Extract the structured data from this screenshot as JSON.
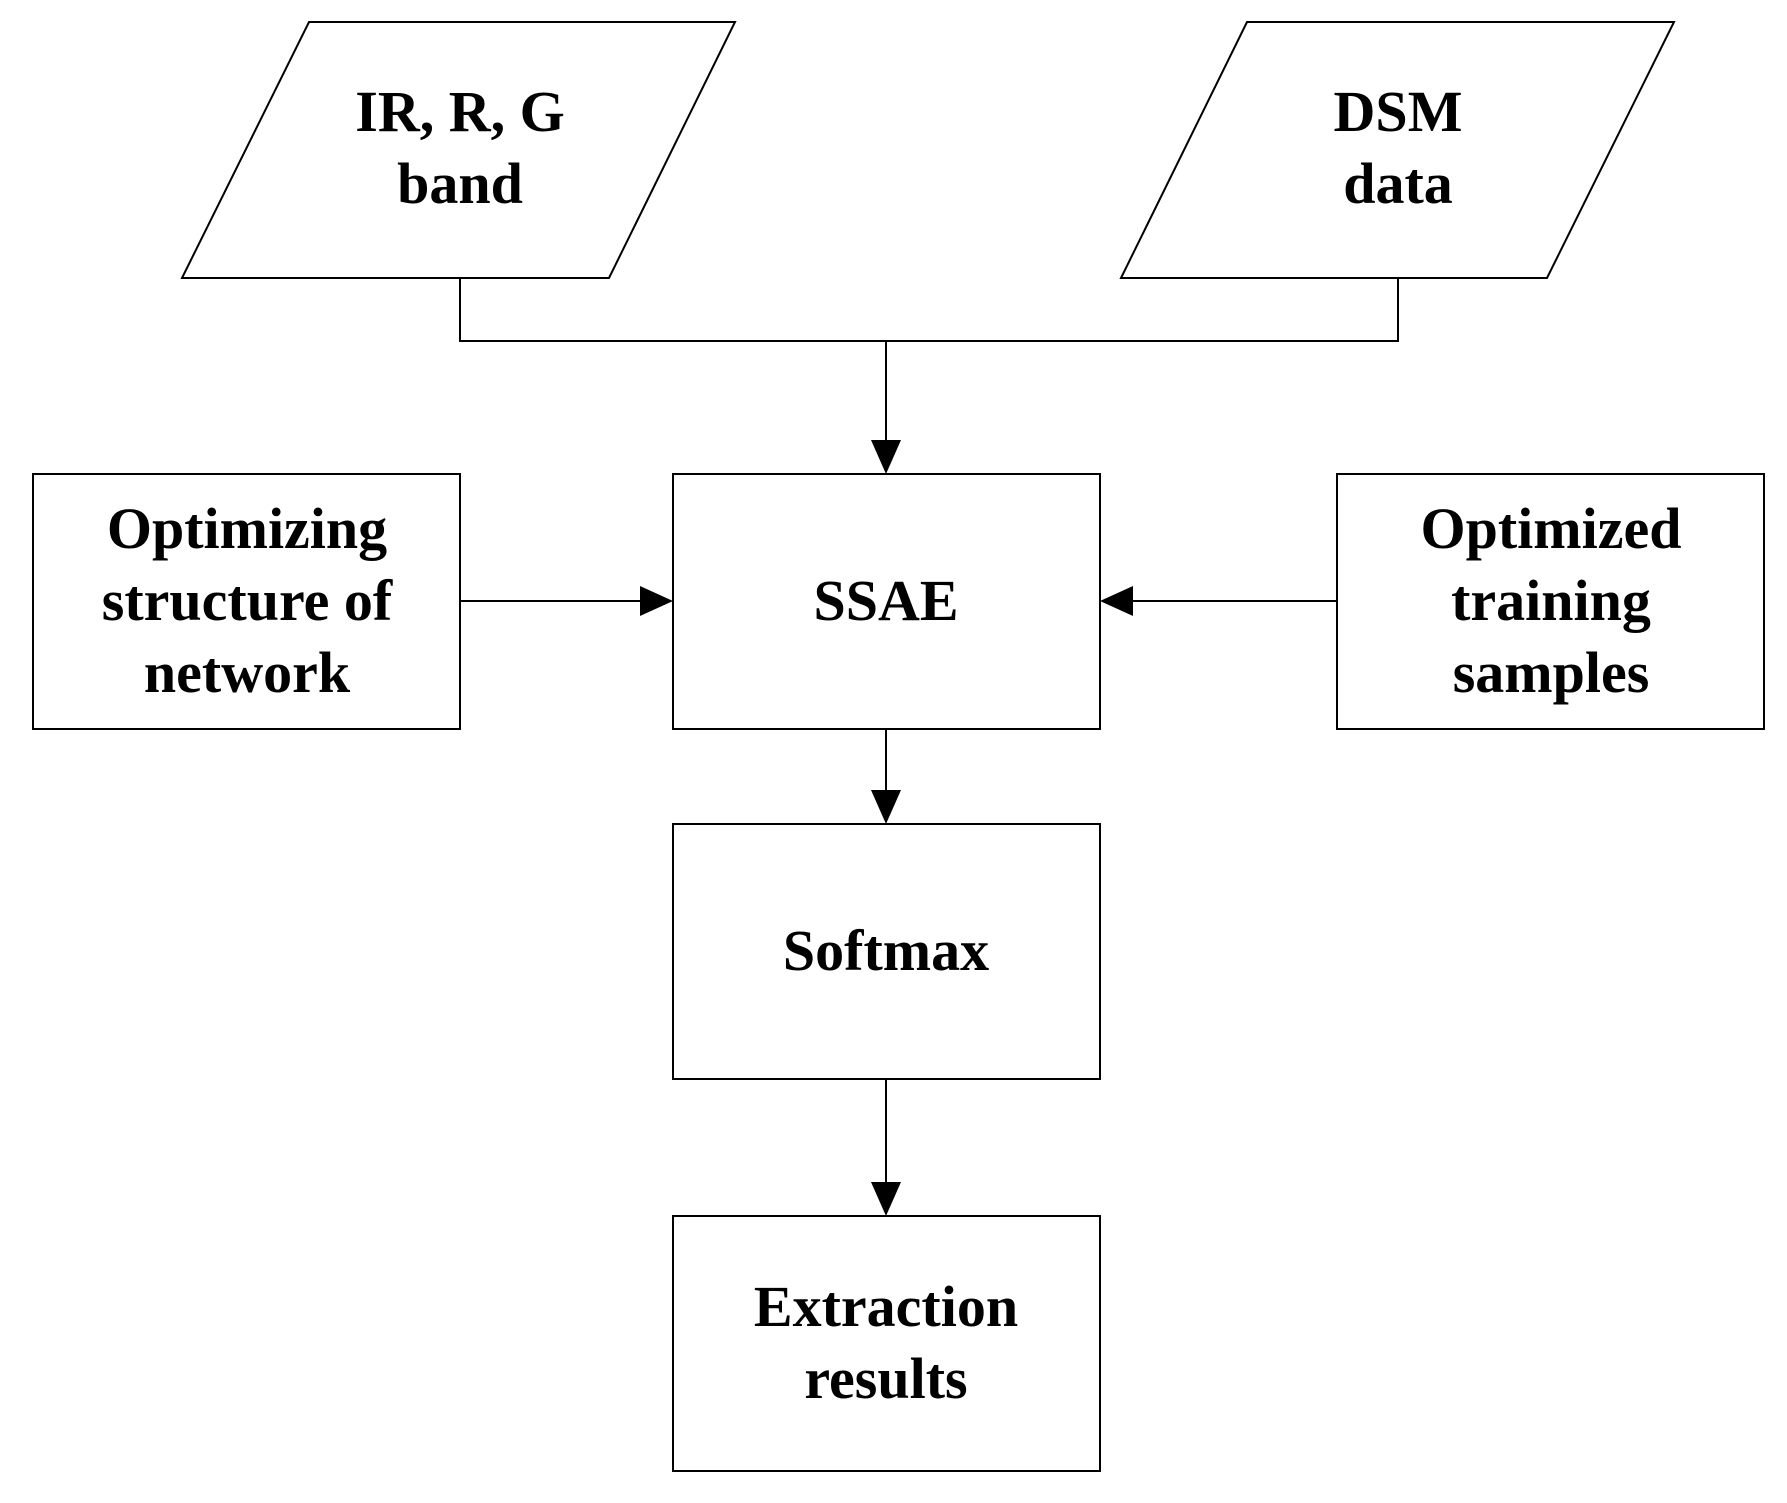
{
  "nodes": {
    "input_bands": {
      "lines": [
        "IR, R, G",
        "band"
      ]
    },
    "input_dsm": {
      "lines": [
        "DSM",
        "data"
      ]
    },
    "optimizing_structure": {
      "lines": [
        "Optimizing",
        "structure of",
        "network"
      ]
    },
    "ssae": {
      "lines": [
        "SSAE"
      ]
    },
    "optimized_samples": {
      "lines": [
        "Optimized",
        "training",
        "samples"
      ]
    },
    "softmax": {
      "lines": [
        "Softmax"
      ]
    },
    "extraction_results": {
      "lines": [
        "Extraction",
        "results"
      ]
    }
  },
  "edges": [
    {
      "from": "input_bands",
      "to": "ssae"
    },
    {
      "from": "input_dsm",
      "to": "ssae"
    },
    {
      "from": "optimizing_structure",
      "to": "ssae"
    },
    {
      "from": "optimized_samples",
      "to": "ssae"
    },
    {
      "from": "ssae",
      "to": "softmax"
    },
    {
      "from": "softmax",
      "to": "extraction_results"
    }
  ]
}
